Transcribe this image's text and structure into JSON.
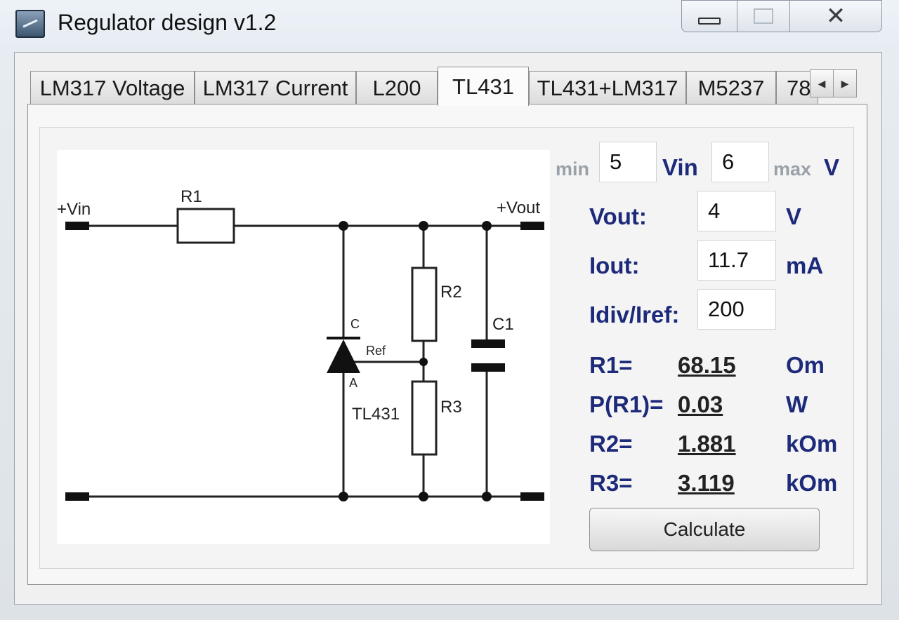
{
  "window": {
    "title": "Regulator design v1.2"
  },
  "tabs": [
    "LM317 Voltage",
    "LM317 Current",
    "L200",
    "TL431",
    "TL431+LM317",
    "M5237",
    "78"
  ],
  "active_tab": "TL431",
  "inputs": {
    "vin_min_label": "min",
    "vin_min": "5",
    "vin_label": "Vin",
    "vin_max": "6",
    "vin_max_label": "max",
    "vin_unit": "V",
    "vout_label": "Vout:",
    "vout": "4",
    "vout_unit": "V",
    "iout_label": "Iout:",
    "iout": "11.7",
    "iout_unit": "mA",
    "idiv_label": "Idiv/Iref:",
    "idiv": "200"
  },
  "results": [
    {
      "label": "R1=",
      "value": "68.15",
      "unit": "Om"
    },
    {
      "label": "P(R1)=",
      "value": "0.03",
      "unit": "W"
    },
    {
      "label": "R2=",
      "value": "1.881",
      "unit": "kOm"
    },
    {
      "label": "R3=",
      "value": "3.119",
      "unit": "kOm"
    }
  ],
  "calculate_label": "Calculate",
  "schematic": {
    "vin": "+Vin",
    "vout": "+Vout",
    "r1": "R1",
    "r2": "R2",
    "r3": "R3",
    "c1": "C1",
    "cathode": "C",
    "ref": "Ref",
    "anode": "A",
    "part": "TL431"
  },
  "colors": {
    "label_blue": "#1d2a7a",
    "min_max_gray": "#9aa0a8"
  }
}
